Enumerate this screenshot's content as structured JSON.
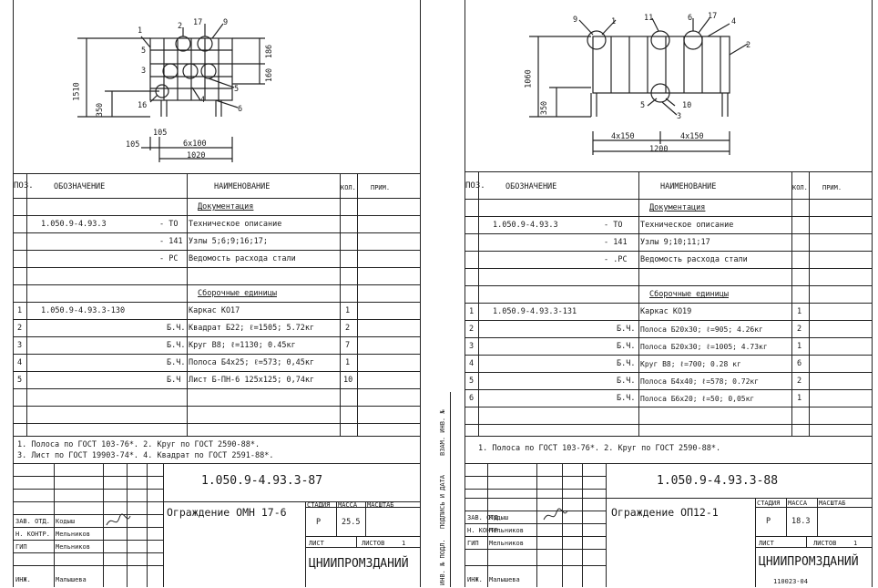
{
  "table_headers": {
    "pos": "ПОЗ.",
    "designation": "ОБОЗНАЧЕНИЕ",
    "name": "НАИМЕНОВАНИЕ",
    "qty": "КОЛ.",
    "note": "ПРИМ."
  },
  "stamp_labels": {
    "check": "ЗАВ. ОТД.",
    "norm": "Н. КОНТР.",
    "gip": "ГИП",
    "inzh": "ИНЖ.",
    "stage": "СТАДИЯ",
    "mass": "МАССА",
    "scale": "МАСШТАБ",
    "sheet": "ЛИСТ",
    "sheets": "ЛИСТОВ",
    "side_inv": "ИНВ. № ПОДЛ.",
    "side_sign": "ПОДПИСЬ И ДАТА",
    "side_vzam": "ВЗАМ. ИНВ. №"
  },
  "left": {
    "drawing": {
      "dims": {
        "height": "1510",
        "base": "350",
        "h_top": "186",
        "h_mid": "160",
        "w1": "105",
        "w1b": "105",
        "w2": "6x100",
        "w_total": "1020"
      },
      "callouts": [
        "2",
        "17",
        "9",
        "1",
        "5",
        "3",
        "16",
        "4",
        "5",
        "6"
      ]
    },
    "rows": [
      {
        "pos": "",
        "des": "",
        "code": "",
        "name": "Документация",
        "qty": "",
        "u": true
      },
      {
        "pos": "",
        "des": "1.050.9-4.93.3",
        "code": "- ТО",
        "name": "Техническое описание",
        "qty": ""
      },
      {
        "pos": "",
        "des": "",
        "code": "- 141",
        "name": "Узлы 5;6;9;16;17;",
        "qty": ""
      },
      {
        "pos": "",
        "des": "",
        "code": "- РС",
        "name": "Ведомость расхода стали",
        "qty": ""
      },
      {
        "pos": "",
        "des": "",
        "code": "",
        "name": "",
        "qty": ""
      },
      {
        "pos": "",
        "des": "",
        "code": "",
        "name": "Сборочные единицы",
        "qty": "",
        "u": true
      },
      {
        "pos": "1",
        "des": "1.050.9-4.93.3-130",
        "code": "",
        "name": "Каркас КО17",
        "qty": "1"
      },
      {
        "pos": "2",
        "des": "",
        "code": "Б.Ч.",
        "name": "Квадрат Б22; ℓ=1505; 5.72кг",
        "qty": "2"
      },
      {
        "pos": "3",
        "des": "",
        "code": "Б.Ч.",
        "name": "Круг В8; ℓ=1130; 0.45кг",
        "qty": "7"
      },
      {
        "pos": "4",
        "des": "",
        "code": "Б.Ч.",
        "name": "Полоса Б4х25; ℓ=573; 0,45кг",
        "qty": "1"
      },
      {
        "pos": "5",
        "des": "",
        "code": "Б.Ч",
        "name": "Лист Б-ПН-6 125х125; 0,74кг",
        "qty": "10"
      },
      {
        "pos": "",
        "des": "",
        "code": "",
        "name": "",
        "qty": ""
      },
      {
        "pos": "",
        "des": "",
        "code": "",
        "name": "",
        "qty": ""
      }
    ],
    "notes": [
      "1. Полоса по ГОСТ 103-76*. 2. Круг по ГОСТ 2590-88*.",
      "3. Лист по ГОСТ 19903-74*. 4. Квадрат по ГОСТ 2591-88*."
    ],
    "doc_code": "1.050.9-4.93.3-87",
    "title": "Ограждение ОМН 17-6",
    "stage": "Р",
    "mass": "25.5",
    "sheets": "1",
    "org": "ЦНИИПРОМЗДАНИЙ",
    "people": [
      "Кодыш",
      "Мельников",
      "Мельников",
      "Малышева"
    ]
  },
  "right": {
    "drawing": {
      "dims": {
        "height": "1060",
        "base": "350",
        "w1": "4x150",
        "w2": "4x150",
        "w_total": "1200"
      },
      "callouts": [
        "9",
        "1",
        "11",
        "6",
        "17",
        "4",
        "2",
        "5",
        "10",
        "3"
      ]
    },
    "rows": [
      {
        "pos": "",
        "des": "",
        "code": "",
        "name": "Документация",
        "qty": "",
        "u": true
      },
      {
        "pos": "",
        "des": "1.050.9-4.93.3",
        "code": "- ТО",
        "name": "Техническое описание",
        "qty": ""
      },
      {
        "pos": "",
        "des": "",
        "code": "- 141",
        "name": "Узлы 9;10;11;17",
        "qty": ""
      },
      {
        "pos": "",
        "des": "",
        "code": "- .РС",
        "name": "Ведомость расхода стали",
        "qty": ""
      },
      {
        "pos": "",
        "des": "",
        "code": "",
        "name": "",
        "qty": ""
      },
      {
        "pos": "",
        "des": "",
        "code": "",
        "name": "Сборочные единицы",
        "qty": "",
        "u": true
      },
      {
        "pos": "1",
        "des": "1.050.9-4.93.3-131",
        "code": "",
        "name": "Каркас КО19",
        "qty": "1"
      },
      {
        "pos": "2",
        "des": "",
        "code": "Б.Ч.",
        "name": "Полоса Б20х30; ℓ=905; 4.26кг",
        "qty": "2"
      },
      {
        "pos": "3",
        "des": "",
        "code": "Б.Ч.",
        "name": "Полоса Б20х30; ℓ=1005; 4.73кг",
        "qty": "1"
      },
      {
        "pos": "4",
        "des": "",
        "code": "Б.Ч.",
        "name": "Круг В8; ℓ=700; 0.28 кг",
        "qty": "6"
      },
      {
        "pos": "5",
        "des": "",
        "code": "Б.Ч.",
        "name": "Полоса Б4х40; ℓ=578; 0.72кг",
        "qty": "2"
      },
      {
        "pos": "6",
        "des": "",
        "code": "Б.Ч.",
        "name": "Полоса Б6х20; ℓ=50; 0,05кг",
        "qty": "1"
      },
      {
        "pos": "",
        "des": "",
        "code": "",
        "name": "",
        "qty": ""
      },
      {
        "pos": "",
        "des": "",
        "code": "",
        "name": "",
        "qty": ""
      }
    ],
    "notes": [
      "1. Полоса по ГОСТ 103-76*. 2. Круг по ГОСТ 2590-88*."
    ],
    "doc_code": "1.050.9-4.93.3-88",
    "title": "Ограждение ОП12-1",
    "stage": "Р",
    "mass": "18.3",
    "sheets": "1",
    "org": "ЦНИИПРОМЗДАНИЙ",
    "people": [
      "Кодыш",
      "Мельников",
      "Мельников",
      "Малышева"
    ],
    "corner_code": "110023-04"
  }
}
